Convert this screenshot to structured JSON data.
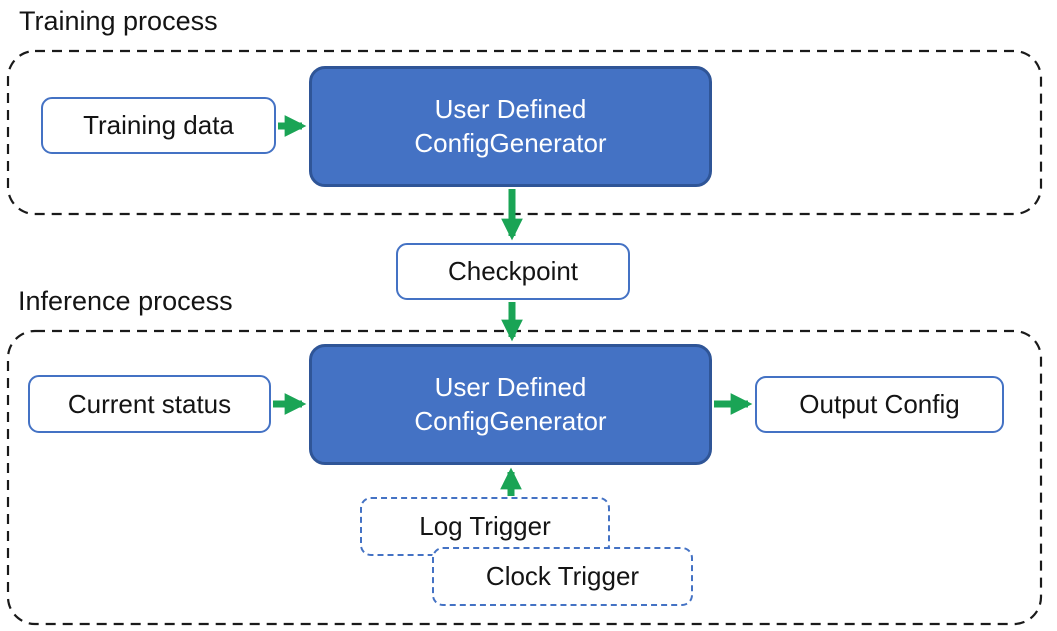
{
  "colors": {
    "node_fill_blue": "#4472C4",
    "node_border_dark_blue": "#2F5597",
    "node_outline_blue": "#4472C4",
    "arrow_green": "#1AA455",
    "container_dash_black": "#1a1a1a",
    "text_dark": "#141414",
    "text_light": "#ffffff",
    "background": "#ffffff"
  },
  "sections": {
    "training": {
      "label": "Training process"
    },
    "inference": {
      "label": "Inference process"
    }
  },
  "nodes": {
    "training_data": {
      "label": "Training data"
    },
    "training_generator": {
      "line1": "User Defined",
      "line2": "ConfigGenerator"
    },
    "checkpoint": {
      "label": "Checkpoint"
    },
    "current_status": {
      "label": "Current status"
    },
    "inference_generator": {
      "line1": "User Defined",
      "line2": "ConfigGenerator"
    },
    "output_config": {
      "label": "Output Config"
    },
    "log_trigger": {
      "label": "Log Trigger"
    },
    "clock_trigger": {
      "label": "Clock Trigger"
    }
  }
}
